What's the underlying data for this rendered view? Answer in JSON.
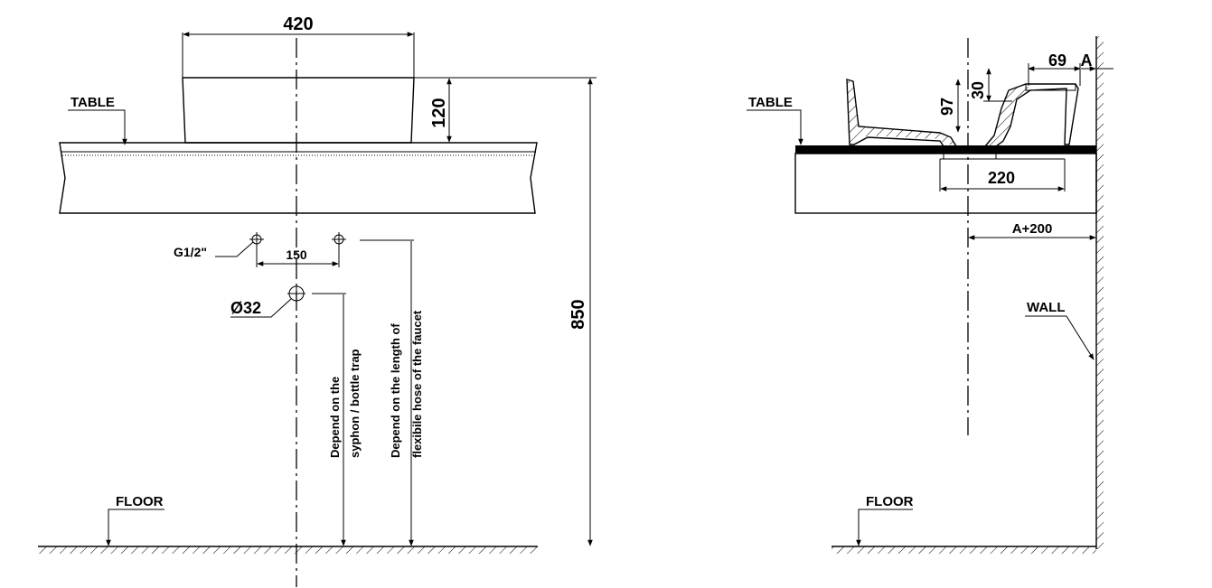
{
  "front_view": {
    "dim_width": "420",
    "dim_height_basin": "120",
    "dim_total_height": "850",
    "label_table": "TABLE",
    "label_floor": "FLOOR",
    "label_supply": "G1/2\"",
    "dim_supply_spacing": "150",
    "label_drain": "Ø32",
    "note_syphon_line1": "Depend on the",
    "note_syphon_line2": "syphon / bottle trap",
    "note_hose_line1": "Depend on the length of",
    "note_hose_line2": "flexibile hose of the faucet"
  },
  "side_view": {
    "label_table": "TABLE",
    "label_floor": "FLOOR",
    "label_wall": "WALL",
    "dim_69": "69",
    "dim_A": "A",
    "dim_30": "30",
    "dim_97": "97",
    "dim_220": "220",
    "dim_A_plus_200": "A+200"
  }
}
